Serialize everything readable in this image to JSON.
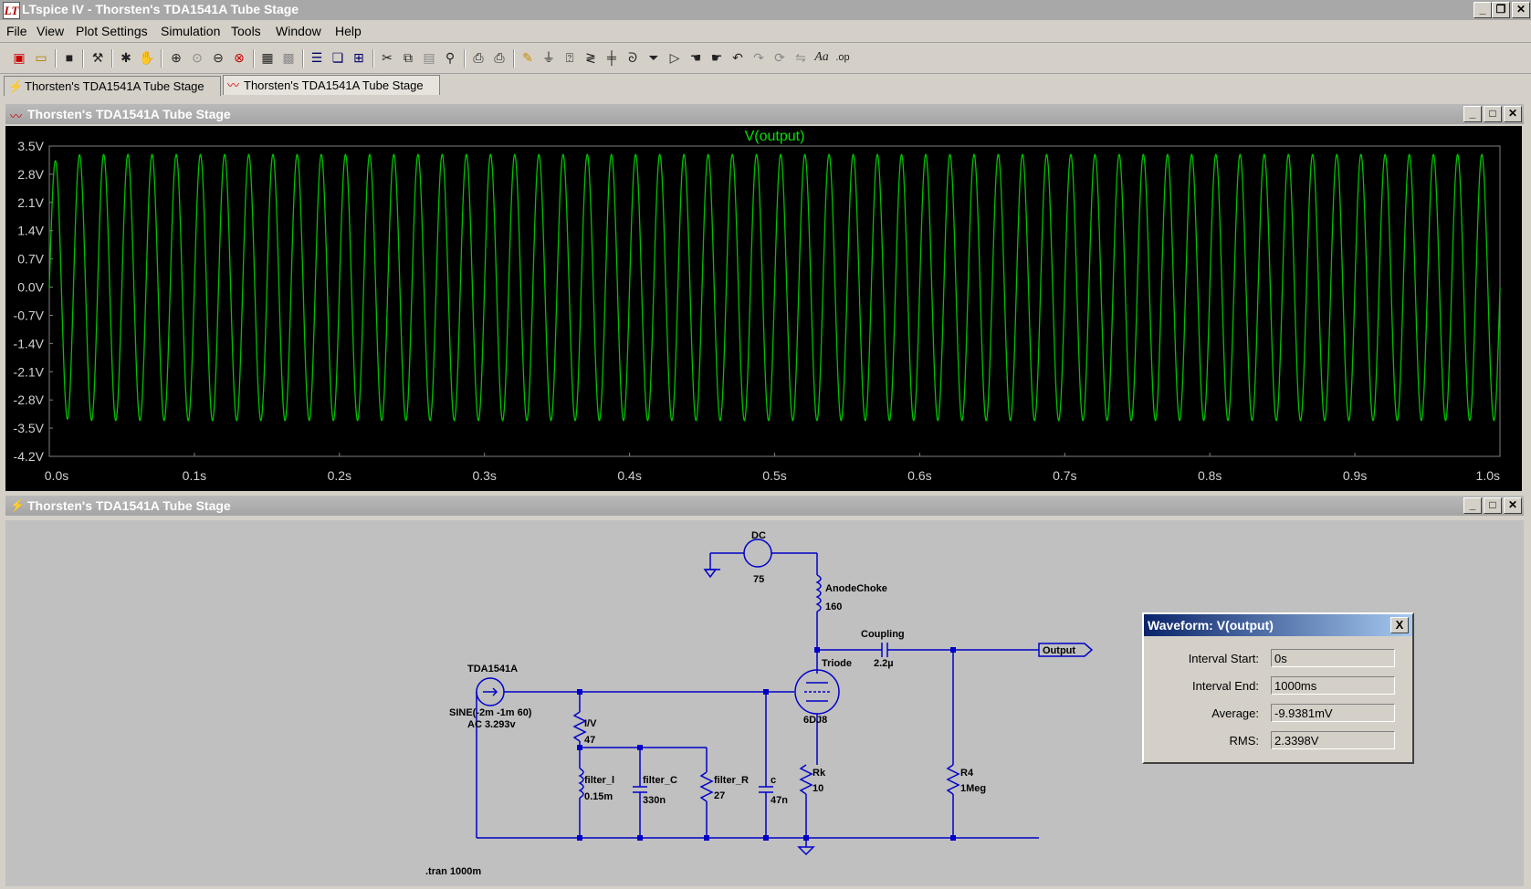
{
  "window": {
    "title": "LTspice IV - Thorsten's TDA1541A Tube Stage",
    "logo": "LT"
  },
  "menu": [
    "File",
    "View",
    "Plot Settings",
    "Simulation",
    "Tools",
    "Window",
    "Help"
  ],
  "toolbar_icons": [
    "new-schematic-icon",
    "open-icon",
    "save-icon",
    "control-panel-icon",
    "run-icon",
    "halt-icon",
    "zoom-in-icon",
    "zoom-box-icon",
    "zoom-out-icon",
    "zoom-fit-icon",
    "autorange-icon",
    "grid-icon",
    "tile-horizontal-icon",
    "cascade-icon",
    "tile-icon",
    "cut-icon",
    "copy-icon",
    "paste-icon",
    "find-icon",
    "print-setup-icon",
    "print-icon",
    "wire-icon",
    "ground-icon",
    "label-icon",
    "resistor-icon",
    "capacitor-icon",
    "inductor-icon",
    "diode-icon",
    "component-icon",
    "move-icon",
    "drag-icon",
    "undo-icon",
    "redo-icon",
    "rotate-icon",
    "mirror-icon",
    "text-icon",
    "spice-directive-icon"
  ],
  "tabs": [
    {
      "label": "Thorsten's TDA1541A Tube Stage",
      "icon": "schematic-icon"
    },
    {
      "label": "Thorsten's TDA1541A Tube Stage",
      "icon": "waveform-icon"
    }
  ],
  "plot_window": {
    "title": "Thorsten's TDA1541A Tube Stage"
  },
  "schematic_window": {
    "title": "Thorsten's TDA1541A Tube Stage"
  },
  "chart_data": {
    "type": "line",
    "title": "V(output)",
    "xlabel": "",
    "ylabel": "",
    "xlim": [
      0.0,
      1.0
    ],
    "ylim": [
      -4.2,
      3.5
    ],
    "x_ticks": [
      "0.0s",
      "0.1s",
      "0.2s",
      "0.3s",
      "0.4s",
      "0.5s",
      "0.6s",
      "0.7s",
      "0.8s",
      "0.9s",
      "1.0s"
    ],
    "y_ticks": [
      "3.5V",
      "2.8V",
      "2.1V",
      "1.4V",
      "0.7V",
      "0.0V",
      "-0.7V",
      "-1.4V",
      "-2.1V",
      "-2.8V",
      "-3.5V",
      "-4.2V"
    ],
    "grid": false,
    "background": "#000000",
    "trace_color": "#00c000",
    "series": [
      {
        "name": "V(output)",
        "frequency_hz": 60,
        "amplitude_v": 3.3,
        "offset_v": -0.01
      }
    ]
  },
  "schematic": {
    "wire_color": "#0000c8",
    "labels": {
      "dc_name": "DC",
      "dc_value": "75",
      "choke_name": "AnodeChoke",
      "choke_value": "160",
      "coupling_name": "Coupling",
      "coupling_value": "2.2µ",
      "output_label": "Output",
      "triode_name": "Triode",
      "triode_value": "6DJ8",
      "source_name": "TDA1541A",
      "source_value1": "SINE(-2m -1m 60)",
      "source_value2": "AC 3.293v",
      "iv_name": "I/V",
      "iv_value": "47",
      "filter_l_name": "filter_l",
      "filter_l_value": "0.15m",
      "filter_c_name": "filter_C",
      "filter_c_value": "330n",
      "filter_r_name": "filter_R",
      "filter_r_value": "27",
      "c_name": "c",
      "c_value": "47n",
      "rk_name": "Rk",
      "rk_value": "10",
      "r4_name": "R4",
      "r4_value": "1Meg",
      "directive": ".tran 1000m"
    }
  },
  "waveform_dialog": {
    "title": "Waveform: V(output)",
    "close": "X",
    "fields": [
      {
        "label": "Interval Start:",
        "value": "0s"
      },
      {
        "label": "Interval End:",
        "value": "1000ms"
      },
      {
        "label": "Average:",
        "value": "-9.9381mV"
      },
      {
        "label": "RMS:",
        "value": "2.3398V"
      }
    ]
  }
}
